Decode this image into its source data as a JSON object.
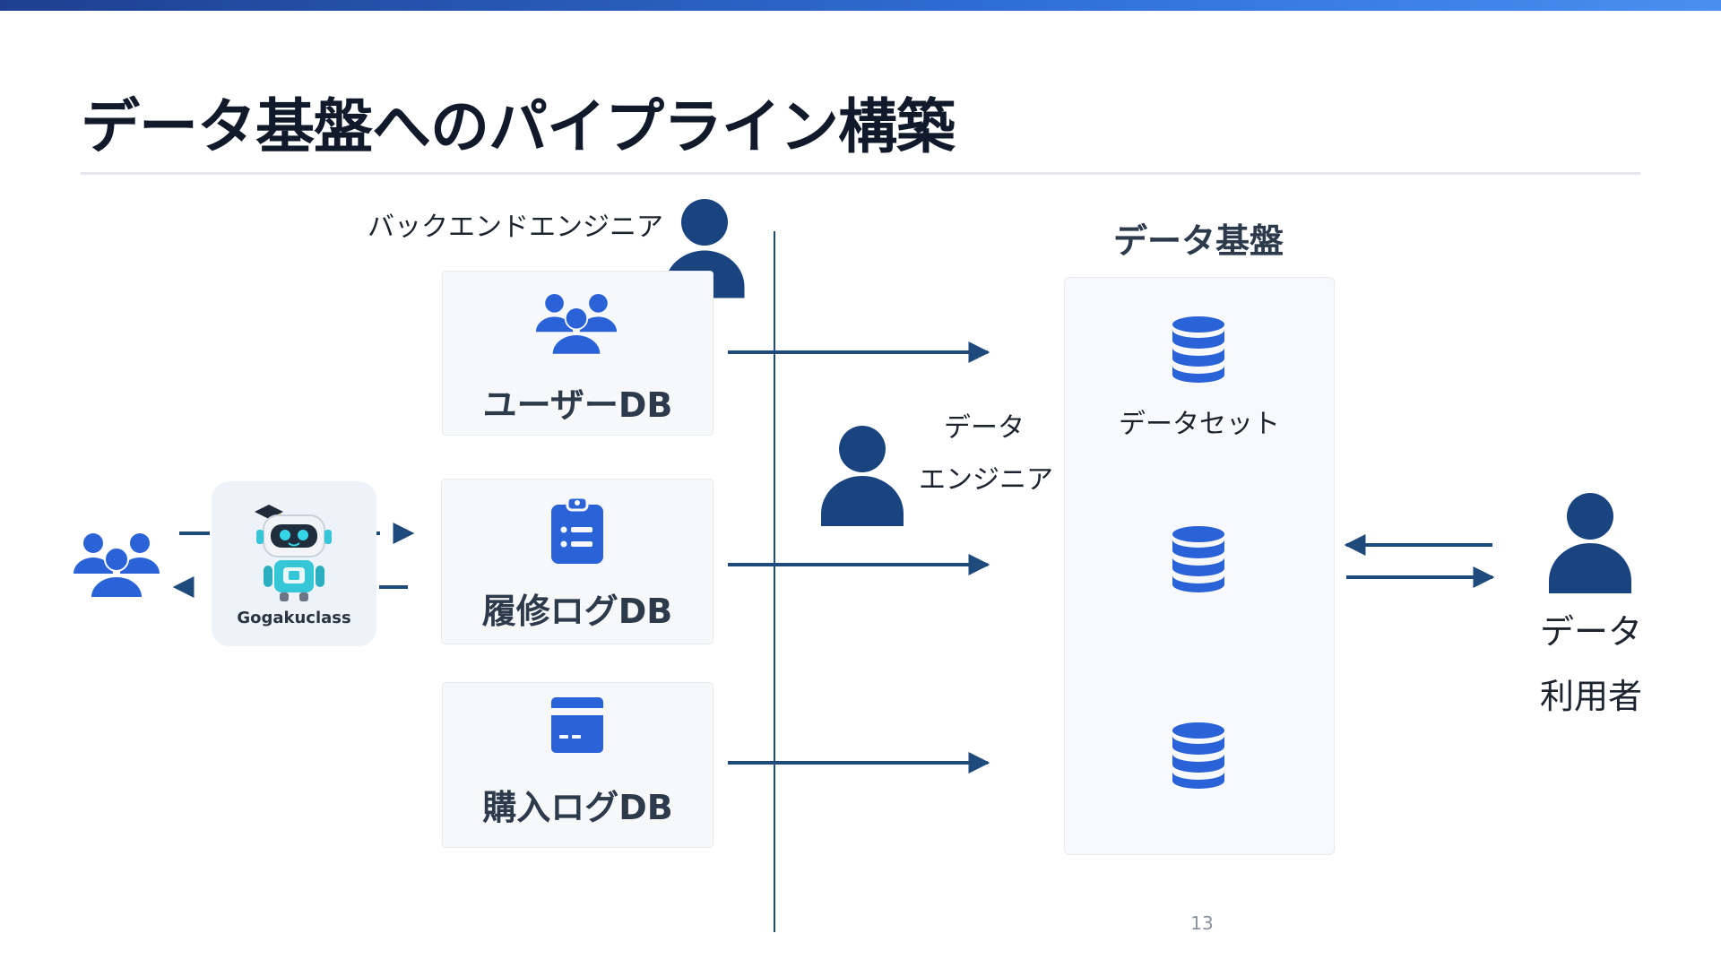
{
  "slide": {
    "title": "データ基盤へのパイプライン構築",
    "page_number": "13"
  },
  "roles": {
    "backend_engineer": "バックエンドエンジニア",
    "data_engineer_line1": "データ",
    "data_engineer_line2": "エンジニア",
    "data_user_line1": "データ",
    "data_user_line2": "利用者"
  },
  "app": {
    "name": "Gogakuclass"
  },
  "sources": [
    {
      "label": "ユーザーDB",
      "icon": "users-icon"
    },
    {
      "label": "履修ログDB",
      "icon": "clipboard-list-icon"
    },
    {
      "label": "購入ログDB",
      "icon": "credit-card-icon"
    }
  ],
  "platform": {
    "title": "データ基盤",
    "dataset_label": "データセット",
    "icon": "database-icon"
  },
  "colors": {
    "accent_blue": "#2a62d8",
    "navy": "#1a4480",
    "arrow": "#1e4a7c"
  }
}
